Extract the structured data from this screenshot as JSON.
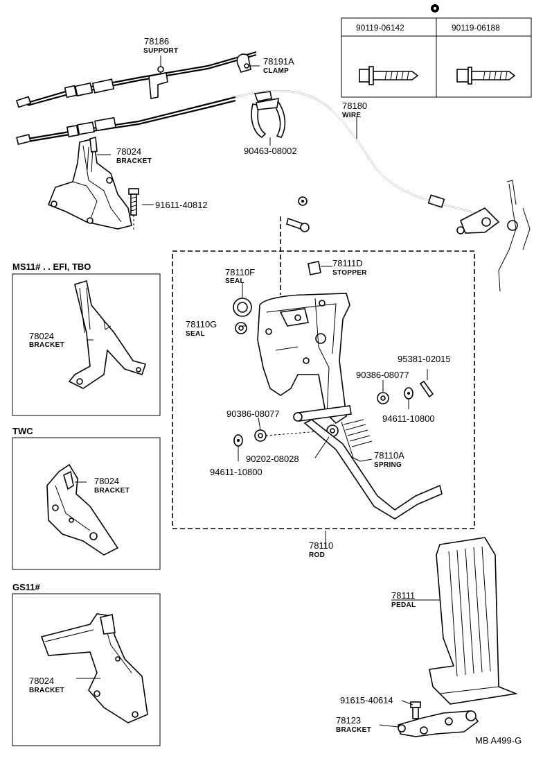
{
  "table": {
    "col1": "90119-06142",
    "col2": "90119-06188"
  },
  "parts": {
    "p78186": {
      "no": "78186",
      "name": "SUPPORT"
    },
    "p78191A": {
      "no": "78191A",
      "name": "CLAMP"
    },
    "p78180": {
      "no": "78180",
      "name": "WIRE"
    },
    "p90463": {
      "no": "90463-08002"
    },
    "p78024": {
      "no": "78024",
      "name": "BRACKET"
    },
    "p91611": {
      "no": "91611-40812"
    },
    "p78110F": {
      "no": "78110F",
      "name": "SEAL"
    },
    "p78111D": {
      "no": "78111D",
      "name": "STOPPER"
    },
    "p78110G": {
      "no": "78110G",
      "name": "SEAL"
    },
    "p95381": {
      "no": "95381-02015"
    },
    "p90386a": {
      "no": "90386-08077"
    },
    "p94611a": {
      "no": "94611-10800"
    },
    "p90386b": {
      "no": "90386-08077"
    },
    "p94611b": {
      "no": "94611-10800"
    },
    "p90202": {
      "no": "90202-08028"
    },
    "p78110A": {
      "no": "78110A",
      "name": "SPRING"
    },
    "p78110": {
      "no": "78110",
      "name": "ROD"
    },
    "p78111": {
      "no": "78111",
      "name": "PEDAL"
    },
    "p91615": {
      "no": "91615-40614"
    },
    "p78123": {
      "no": "78123",
      "name": "BRACKET"
    }
  },
  "variants": {
    "ms11": {
      "title": "MS11# . . EFI, TBO",
      "no": "78024",
      "name": "BRACKET"
    },
    "twc": {
      "title": "TWC",
      "no": "78024",
      "name": "BRACKET"
    },
    "gs11": {
      "title": "GS11#",
      "no": "78024",
      "name": "BRACKET"
    }
  },
  "footer": {
    "code": "MB  A499-G"
  }
}
